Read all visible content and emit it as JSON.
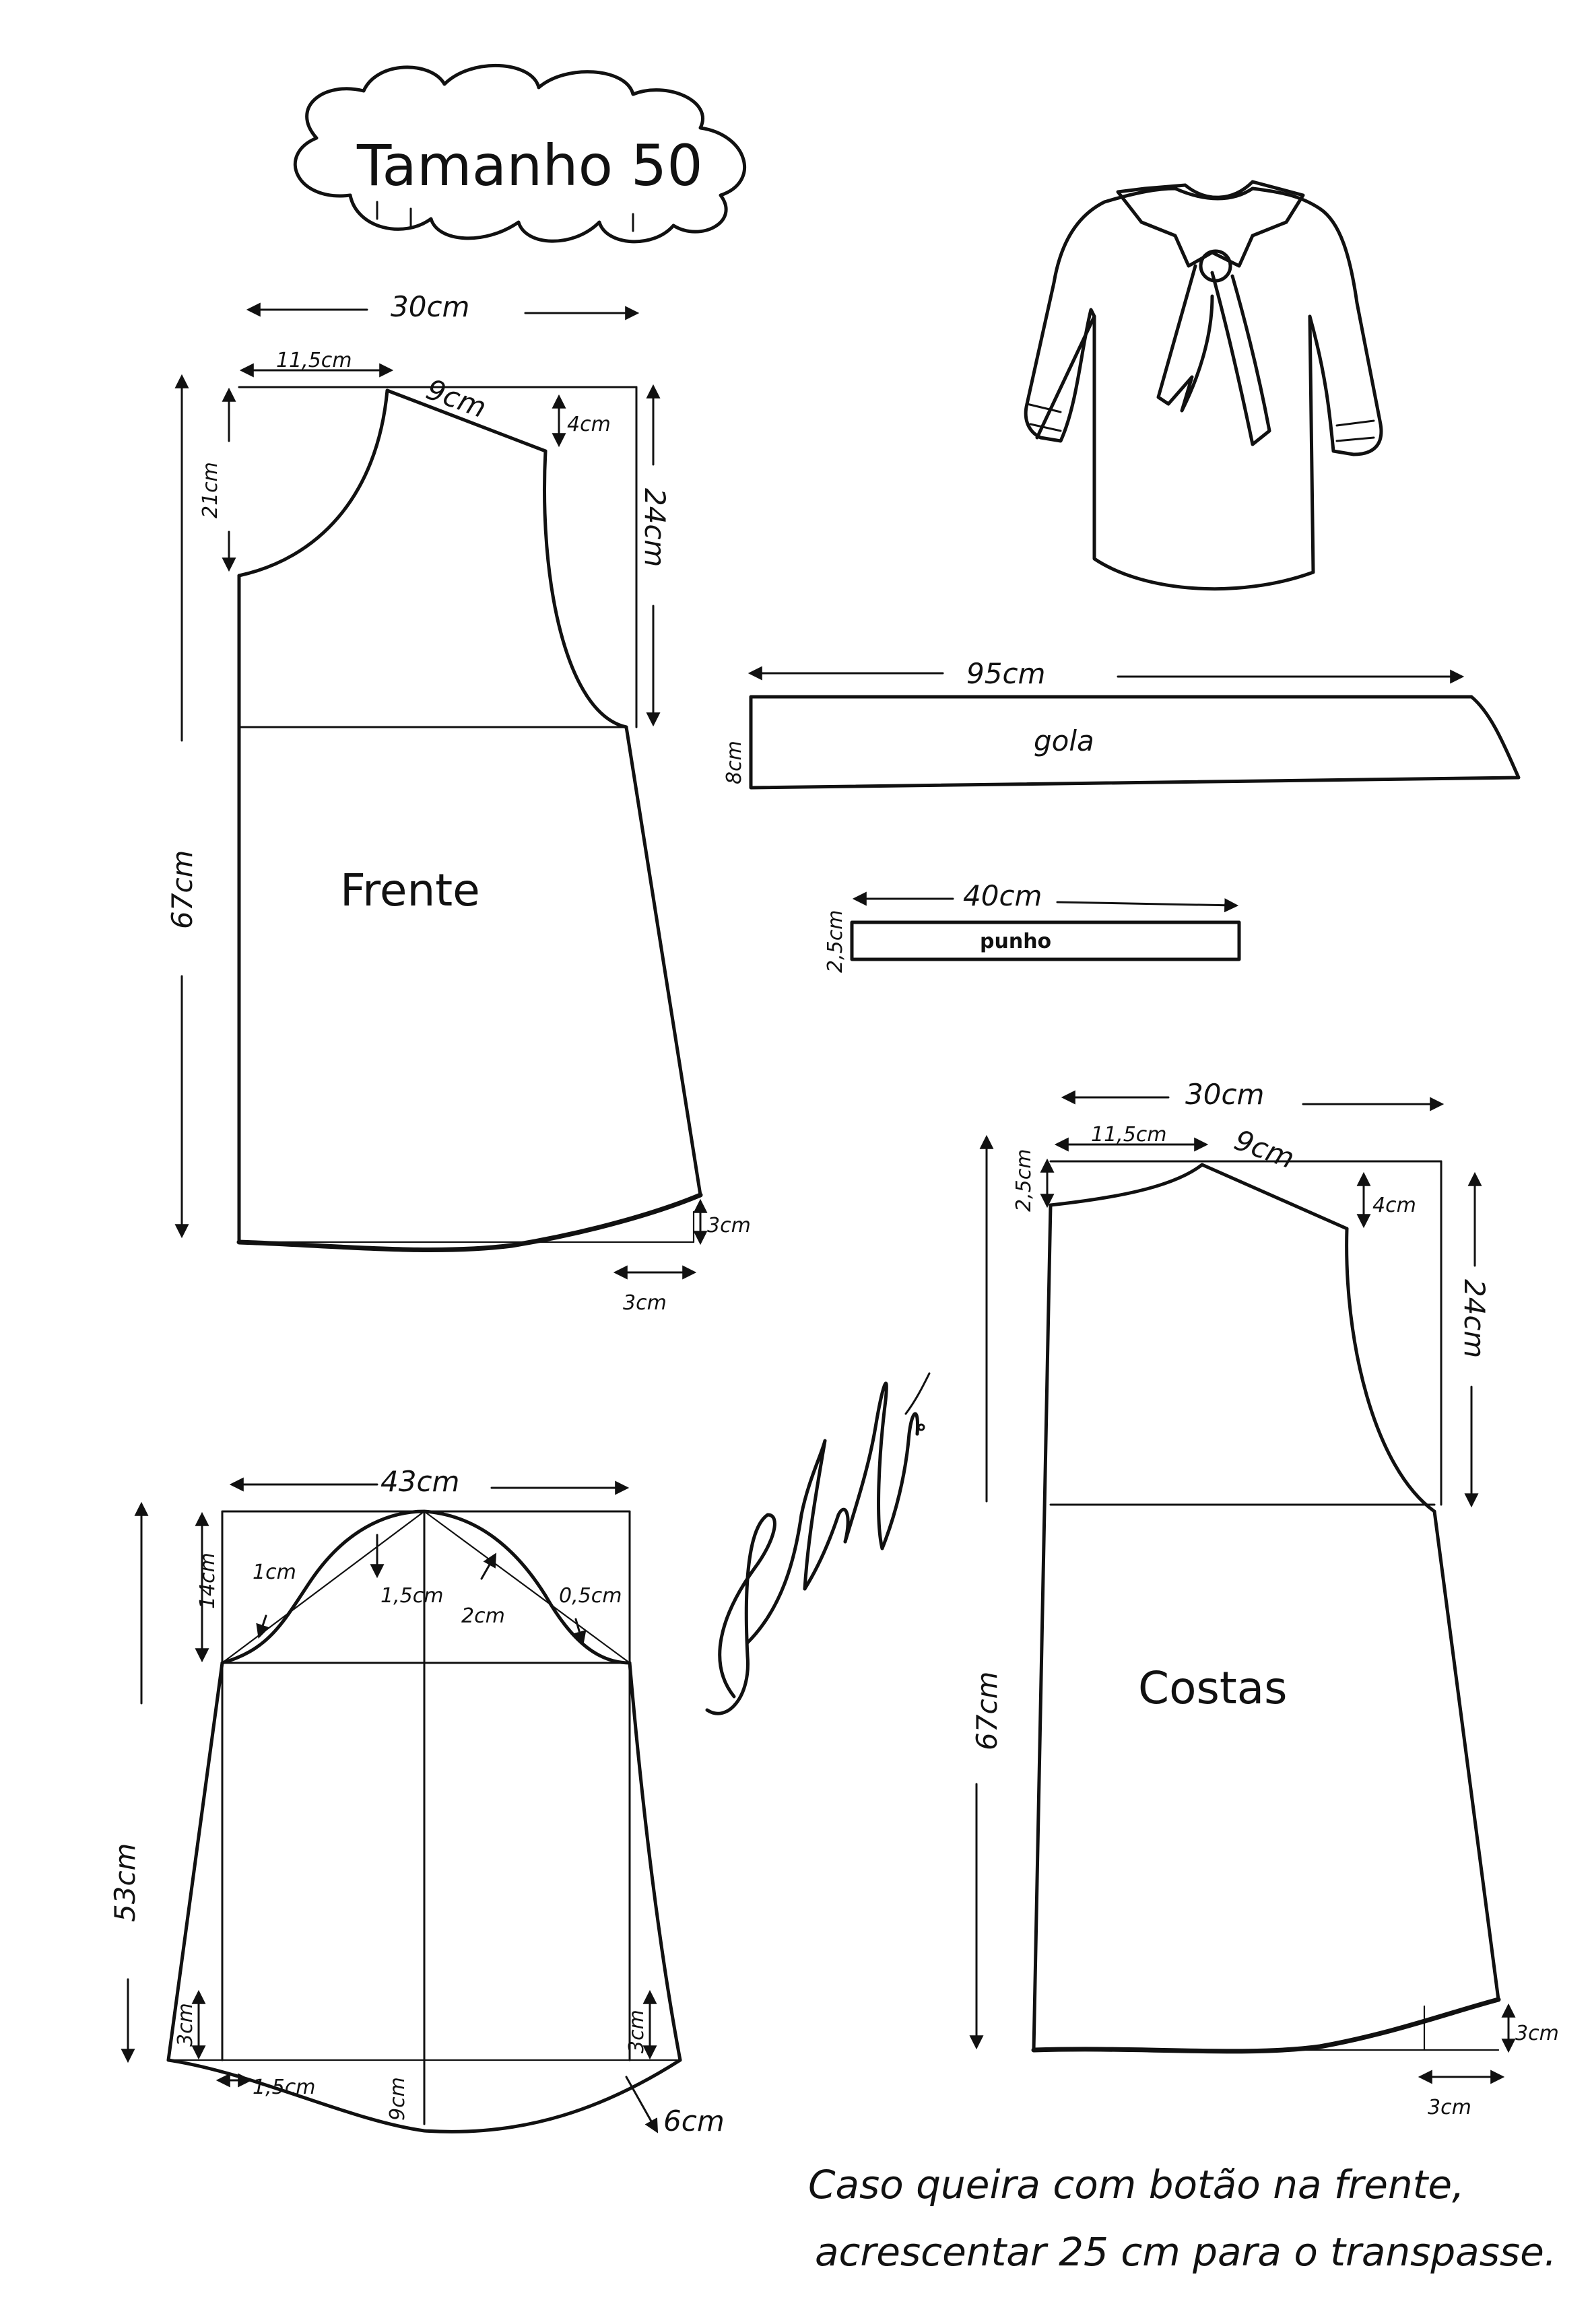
{
  "title": "Tamanho 50",
  "pieces": {
    "frente": {
      "label": "Frente",
      "width": "30cm",
      "neck_width": "11,5cm",
      "shoulder": "9cm",
      "shoulder_drop": "4cm",
      "neck_depth": "21cm",
      "armhole": "24cm",
      "length": "67cm",
      "hem_rise": "3cm",
      "hem_out": "3cm"
    },
    "costas": {
      "label": "Costas",
      "width": "30cm",
      "neck_width": "11,5cm",
      "neck_depth": "2,5cm",
      "shoulder": "9cm",
      "shoulder_drop": "4cm",
      "armhole": "24cm",
      "length": "67cm",
      "hem_rise": "3cm",
      "hem_out": "3cm"
    },
    "gola": {
      "label": "gola",
      "length": "95cm",
      "height": "8cm"
    },
    "punho": {
      "label": "punho",
      "length": "40cm",
      "height": "2,5cm"
    },
    "manga": {
      "width": "43cm",
      "cap_height": "14cm",
      "length": "53cm",
      "cap_1": "1cm",
      "cap_2": "1,5cm",
      "cap_3": "2cm",
      "cap_4": "0,5cm",
      "hem_left": "3cm",
      "hem_right": "3cm",
      "hem_inset": "1,5cm",
      "hem_center": "9cm",
      "hem_point": "6cm"
    }
  },
  "note": {
    "line1": "Caso queira com botão na frente,",
    "line2": "acrescentar 25 cm para o transpasse."
  },
  "signature": "Marlene Mukai"
}
